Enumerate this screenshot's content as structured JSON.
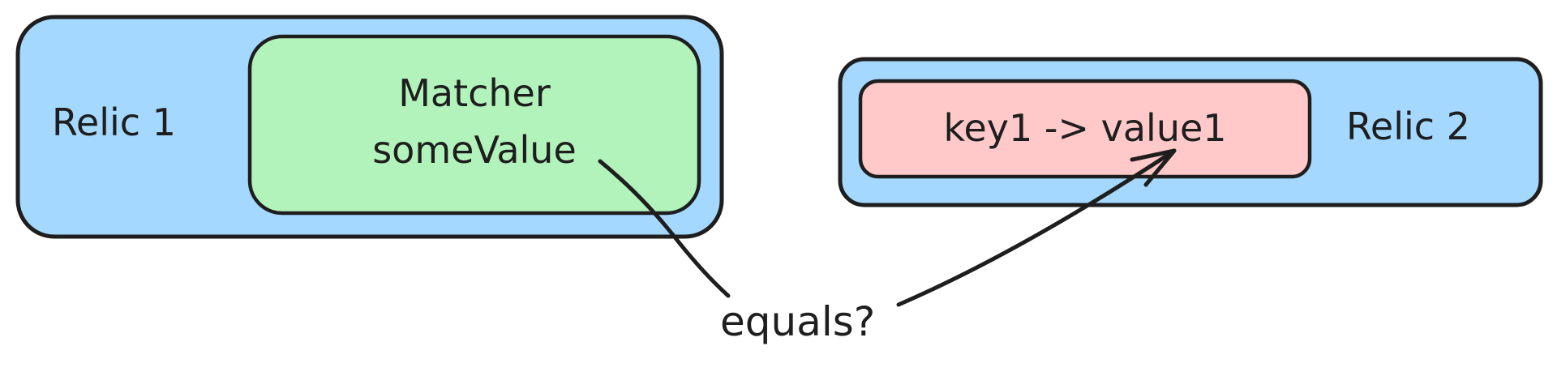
{
  "colors": {
    "relic_fill": "#a5d8ff",
    "matcher_fill": "#b2f2bb",
    "entry_fill": "#ffc9c9",
    "stroke": "#1e1e1e",
    "background": "#ffffff"
  },
  "relic1": {
    "label": "Relic 1",
    "matcher": {
      "line1": "Matcher",
      "line2": "someValue"
    }
  },
  "relic2": {
    "label": "Relic 2",
    "entry": {
      "text": "key1 -> value1"
    }
  },
  "connector": {
    "label": "equals?",
    "from": "someValue",
    "to": "value1",
    "arrowhead": "end"
  }
}
